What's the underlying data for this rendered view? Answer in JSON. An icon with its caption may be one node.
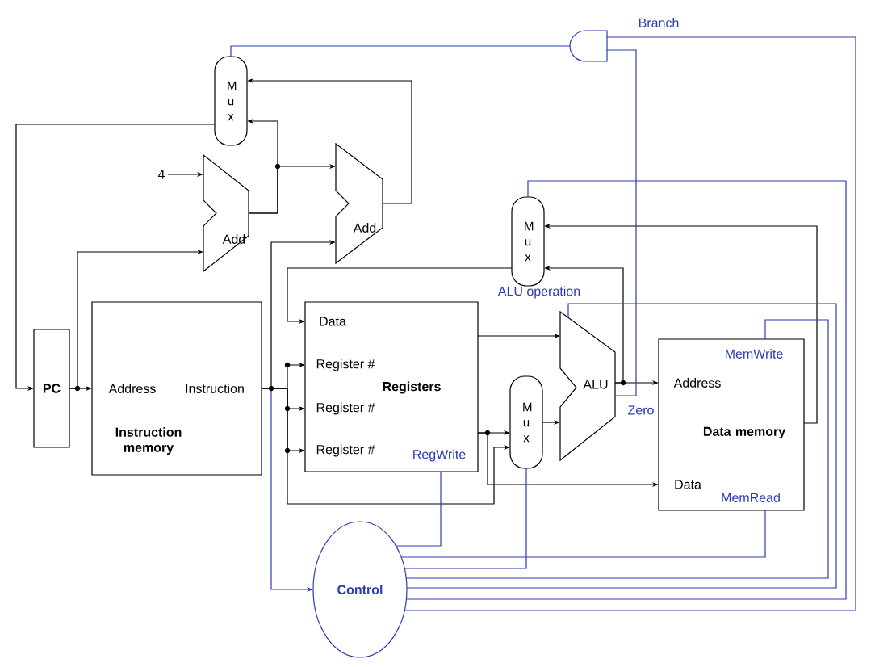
{
  "diagram": {
    "nodes": [
      {
        "text": [
          "PC"
        ]
      },
      {
        "text": [
          "Address",
          "Instruction",
          "Instruction memory"
        ]
      },
      {
        "text": [
          "Data",
          "Register #",
          "Register #",
          "Register #",
          "Registers",
          "RegWrite"
        ]
      },
      {
        "text": [
          "MemWrite",
          "Address",
          "Data memory",
          "Data",
          "MemRead"
        ]
      },
      {
        "text": [
          "Control"
        ]
      },
      {
        "text": [
          "M u x"
        ]
      },
      {
        "text": [
          "Add"
        ]
      },
      {
        "text": [
          "Add"
        ]
      },
      {
        "text": [
          "M u x"
        ]
      },
      {
        "text": [
          "ALU"
        ]
      },
      {
        "text": [
          "M u x"
        ]
      },
      {
        "text": [],
        "shape": "gate"
      },
      {
        "text": [
          "4"
        ]
      }
    ],
    "edges": [
      {
        "from": 5,
        "to": 0,
        "arrow": "to"
      },
      {
        "from": 12,
        "to": 6,
        "arrow": "to"
      },
      {
        "from": 0,
        "to": 1,
        "arrow": "to"
      },
      {
        "from": 0,
        "to": 6,
        "arrow": "to"
      },
      {
        "from": 6,
        "to": 5,
        "arrow": "to"
      },
      {
        "from": 6,
        "to": 7,
        "arrow": "to"
      },
      {
        "from": 7,
        "to": 5,
        "arrow": "to"
      },
      {
        "from": 1,
        "to": 7,
        "arrow": "to"
      },
      {
        "from": 8,
        "to": 2,
        "arrow": "to"
      },
      {
        "from": 1,
        "to": 2,
        "arrow": "to"
      },
      {
        "from": 1,
        "to": 2,
        "arrow": "to"
      },
      {
        "from": 1,
        "to": 2,
        "arrow": "to"
      },
      {
        "from": 1,
        "to": 4,
        "arrow": "to",
        "color": "#2d3cb4"
      },
      {
        "from": 1,
        "to": 10,
        "arrow": "to"
      },
      {
        "from": 2,
        "to": 9,
        "arrow": "to"
      },
      {
        "from": 2,
        "to": 10,
        "arrow": "to"
      },
      {
        "from": 2,
        "to": 3,
        "arrow": "to"
      },
      {
        "from": 10,
        "to": 9,
        "arrow": "to"
      },
      {
        "from": 9,
        "to": 3,
        "arrow": "to"
      },
      {
        "from": 9,
        "to": 8,
        "arrow": "to"
      },
      {
        "from": 3,
        "to": 8,
        "arrow": "to"
      },
      {
        "from": 9,
        "to": 11,
        "arrow": "none",
        "color": "#2d3cb4"
      },
      {
        "from": 11,
        "to": 5,
        "arrow": "none",
        "color": "#2d3cb4"
      },
      {
        "from": 4,
        "to": 2,
        "arrow": "none",
        "color": "#2d3cb4"
      },
      {
        "from": 4,
        "to": 3,
        "arrow": "none",
        "color": "#2d3cb4"
      },
      {
        "from": 4,
        "to": 10,
        "arrow": "none",
        "color": "#2d3cb4"
      },
      {
        "from": 4,
        "to": 3,
        "arrow": "none",
        "color": "#2d3cb4"
      },
      {
        "from": 4,
        "to": 9,
        "arrow": "none",
        "color": "#2d3cb4"
      },
      {
        "from": 4,
        "to": 8,
        "arrow": "none",
        "color": "#2d3cb4"
      },
      {
        "from": 4,
        "to": 11,
        "arrow": "none",
        "color": "#2d3cb4"
      }
    ],
    "labels": [
      "Branch",
      "ALU operation",
      "Zero"
    ]
  }
}
